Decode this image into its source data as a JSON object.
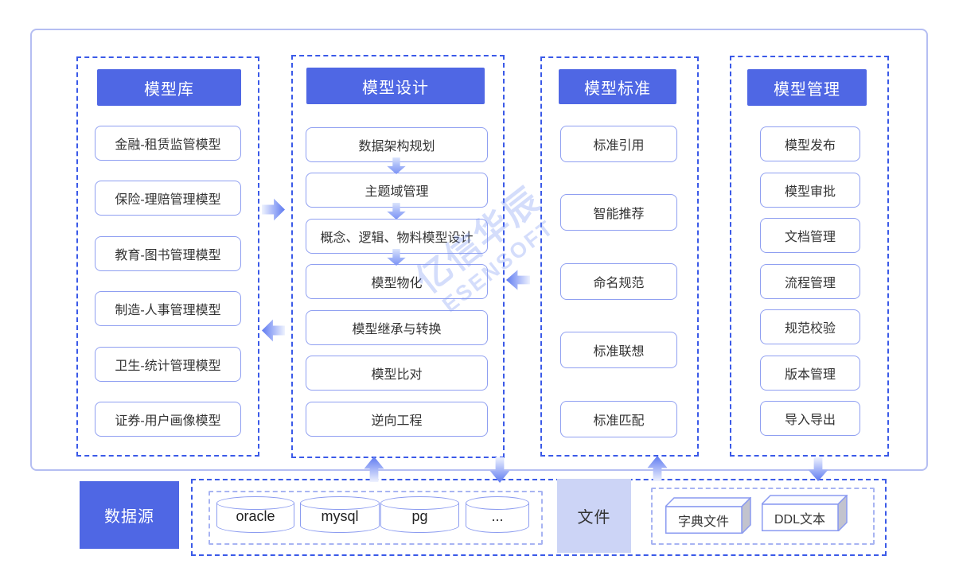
{
  "diagram": {
    "columns": [
      {
        "title": "模型库",
        "items": [
          "金融-租赁监管模型",
          "保险-理赔管理模型",
          "教育-图书管理模型",
          "制造-人事管理模型",
          "卫生-统计管理模型",
          "证券-用户画像模型"
        ]
      },
      {
        "title": "模型设计",
        "items": [
          "数据架构规划",
          "主题域管理",
          "概念、逻辑、物料模型设计",
          "模型物化",
          "模型继承与转换",
          "模型比对",
          "逆向工程"
        ]
      },
      {
        "title": "模型标准",
        "items": [
          "标准引用",
          "智能推荐",
          "命名规范",
          "标准联想",
          "标准匹配"
        ]
      },
      {
        "title": "模型管理",
        "items": [
          "模型发布",
          "模型审批",
          "文档管理",
          "流程管理",
          "规范校验",
          "版本管理",
          "导入导出"
        ]
      }
    ],
    "bottom": {
      "datasource_label": "数据源",
      "databases": [
        "oracle",
        "mysql",
        "pg",
        "..."
      ],
      "file_label": "文件",
      "file_items": [
        "字典文件",
        "DDL文本"
      ]
    },
    "watermark": {
      "line1": "亿信华辰",
      "line2": "ESENSOFT"
    },
    "colors": {
      "primary_blue": "#4f67e4",
      "dashed_border": "#3b5ae8",
      "box_border": "#8f9ff1",
      "light_dashed_border": "#a8b4f2",
      "file_box_bg": "#ccd4f6",
      "arrow_head": "#5d79f0",
      "outer_frame_border": "#b5bef2"
    }
  }
}
